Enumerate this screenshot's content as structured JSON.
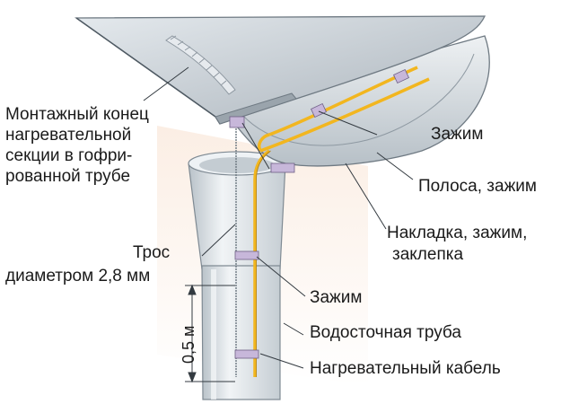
{
  "labels": {
    "mounting_end": "Монтажный конец\nнагревательной\nсекции в гофри-\nрованной трубе",
    "clamp_top": "Зажим",
    "strip_clamp": "Полоса, зажим",
    "overlay": "Накладка, зажим,",
    "overlay_2": "заклепка",
    "cable_1": "Трос",
    "cable_2": "диаметром 2,8 мм",
    "clamp_mid": "Зажим",
    "downpipe": "Водосточная труба",
    "heating_cable": "Нагревательный кабель",
    "dimension": "0,5 м"
  },
  "colors": {
    "cable": "#f2b61f",
    "roof": "#cfd6dc",
    "shadow": "#f7e2d2",
    "pipe": "#dfe5ea"
  }
}
